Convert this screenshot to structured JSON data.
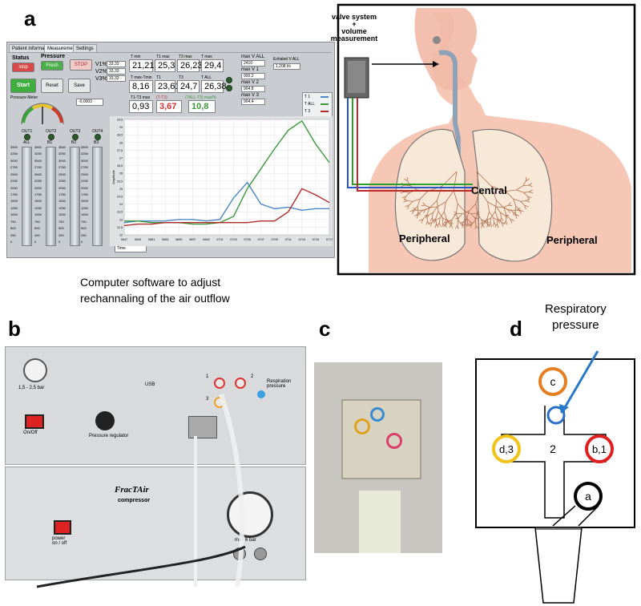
{
  "panels": {
    "a": "a",
    "b": "b",
    "c": "c",
    "d": "d"
  },
  "software": {
    "tabs": [
      "Patient information",
      "Measurement",
      "Settings"
    ],
    "status_label": "Status",
    "pressure_label": "Pressure",
    "btn_stop_status": "stop",
    "btn_pressure": "Fresh",
    "btn_stop": "STOP",
    "btn_start": "Start",
    "btn_reset": "Reset",
    "btn_save": "Save",
    "pressure_meter_label": "Pressure Meter",
    "pressure_meter_value": "-0,0003",
    "v_labels": [
      "V1%",
      "V2%",
      "V3%"
    ],
    "v_values": [
      "33,33",
      "33,33",
      "33,33"
    ],
    "row1_headers": [
      "T min",
      "T1 max",
      "T3 max",
      "T max"
    ],
    "row1_values": [
      "21,21",
      "25,3",
      "26,23",
      "29,4"
    ],
    "row2_headers": [
      "T max-Tmin",
      "T1",
      "T3",
      "T ALL"
    ],
    "row2_values": [
      "8,16",
      "23,61",
      "24,7",
      "26,38"
    ],
    "row3_headers": [
      "T1-T3 max",
      "(T-T3)",
      "",
      "(TALL-T3) max/%"
    ],
    "row3_values": [
      "0,93",
      "3,67",
      "10,8"
    ],
    "vol_headers": [
      "max V ALL",
      "max V 1",
      "max V 2",
      "max V 3"
    ],
    "vol_values": [
      "2410",
      "900,2",
      "904,8",
      "904,4"
    ],
    "exhaled_label": "Exhaled V ALL",
    "exhaled_value": "1,208 l/s",
    "legend": [
      "T 1",
      "T ALL",
      "T 3"
    ],
    "out_labels": [
      "OUT1",
      "OUT2",
      "OUT3",
      "OUT4"
    ],
    "tube_labels": [
      "ALL",
      "B1",
      "B2",
      "B3"
    ],
    "tube_scale": [
      "3500",
      "3250",
      "3000",
      "2750",
      "2500",
      "2250",
      "2000",
      "1750",
      "1500",
      "1250",
      "1000",
      "750",
      "500",
      "250",
      "0"
    ],
    "y_axis_label": "Amplitude",
    "y_ticks": [
      "29,5",
      "29",
      "28,5",
      "28",
      "27,5",
      "27",
      "26,5",
      "26",
      "25,5",
      "25",
      "24,5",
      "24",
      "23,5",
      "23",
      "22,5",
      "22"
    ],
    "x_ticks": [
      "0647",
      "0649",
      "0651",
      "0653",
      "0655",
      "0657",
      "0659",
      "0701",
      "0703",
      "0705",
      "0707",
      "0709",
      "0711",
      "0713",
      "0715",
      "0717"
    ],
    "time_field": "Time"
  },
  "diagram_a": {
    "valve_text": "valve system\n+\nvolume\nmeasurement",
    "central": "Central",
    "peripheral_left": "Peripheral",
    "peripheral_right": "Peripheral"
  },
  "caption_a": "Computer software to adjust\nrechannaling of the air outflow",
  "device_b": {
    "gauge_range": "1,5 - 2,5 bar",
    "onoff": "On/Off",
    "pressure_regulator": "Pressure regulator",
    "usb": "USB",
    "respiration": "Respiration\npressure",
    "port_numbers": [
      "1",
      "2",
      "3"
    ],
    "brand": "FracTAir",
    "compressor": "compressor",
    "power": "power\non / off",
    "max_bar": "max 6 bar"
  },
  "panel_d": {
    "respiratory": "Respiratory\npressure",
    "c": "c",
    "d3": "d,3",
    "center": "2",
    "b1": "b,1",
    "a": "a"
  },
  "chart_data": {
    "type": "line",
    "ylabel": "Amplitude",
    "ylim": [
      22,
      29.5
    ],
    "categories": [
      "0647",
      "0649",
      "0651",
      "0653",
      "0655",
      "0657",
      "0659",
      "0701",
      "0703",
      "0705",
      "0707",
      "0709",
      "0711",
      "0713",
      "0715",
      "0717"
    ],
    "series": [
      {
        "name": "T 1",
        "color": "#4a86c8",
        "values": [
          22.8,
          22.9,
          22.9,
          22.9,
          23.0,
          23.0,
          22.9,
          23.0,
          24.4,
          25.4,
          24.0,
          23.7,
          23.8,
          23.6,
          23.7,
          23.7
        ]
      },
      {
        "name": "T ALL",
        "color": "#3c9a3c",
        "values": [
          22.9,
          22.9,
          22.8,
          22.8,
          22.8,
          22.7,
          22.7,
          22.8,
          23.2,
          25.0,
          26.3,
          27.6,
          28.8,
          29.4,
          27.9,
          26.7
        ]
      },
      {
        "name": "T 3",
        "color": "#b02a2a",
        "values": [
          22.6,
          22.7,
          22.7,
          22.8,
          22.8,
          22.8,
          22.8,
          22.8,
          22.8,
          22.8,
          22.9,
          22.9,
          23.5,
          25.0,
          24.6,
          24.1
        ]
      }
    ],
    "grid": true
  }
}
